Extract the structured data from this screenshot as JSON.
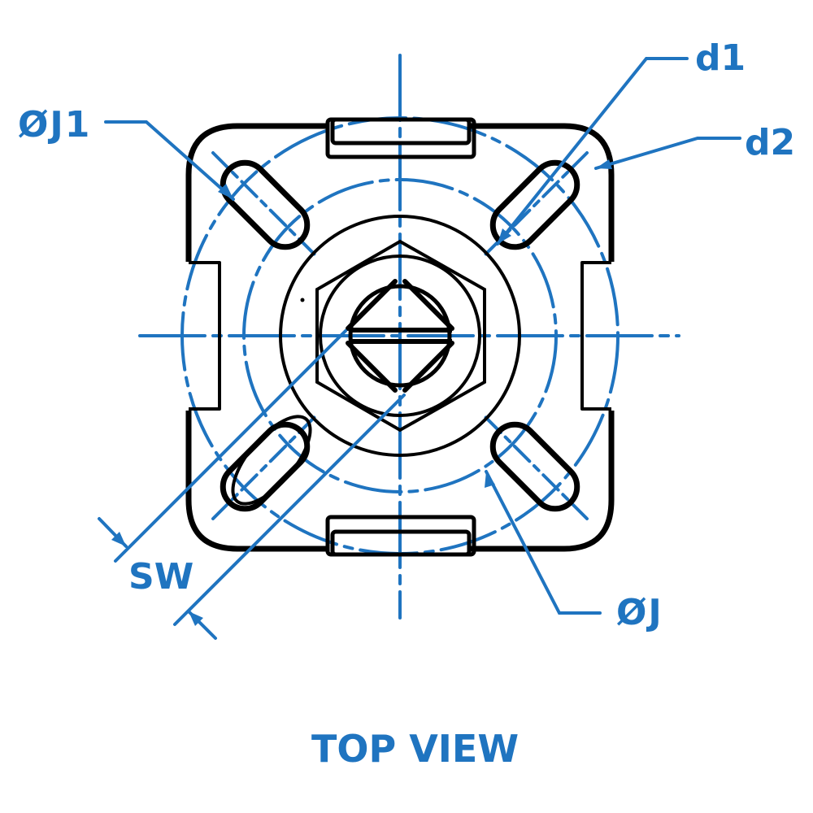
{
  "view_title": "TOP VIEW",
  "colors": {
    "dimension": "#1f74c0",
    "outline": "#000000",
    "background": "#ffffff"
  },
  "callouts": {
    "diameter_j1": "ØJ1",
    "d1": "d1",
    "d2": "d2",
    "sw": "SW",
    "diameter_j": "ØJ"
  },
  "features": {
    "body": "square flange with rounded corners",
    "slots": 4,
    "center_part": "hex nut with slotted head",
    "tabs": [
      "top",
      "bottom"
    ],
    "notches": [
      "left",
      "right"
    ]
  }
}
